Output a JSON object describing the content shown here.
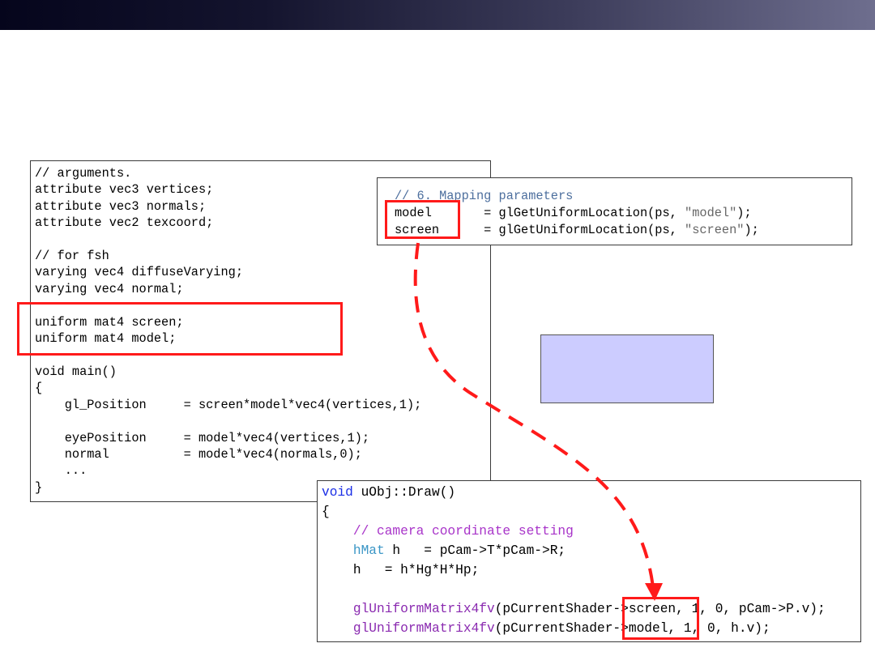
{
  "shader_code": {
    "lines": [
      "// arguments.",
      "attribute vec3 vertices;",
      "attribute vec3 normals;",
      "attribute vec2 texcoord;",
      "",
      "// for fsh",
      "varying vec4 diffuseVarying;",
      "varying vec4 normal;",
      "",
      "uniform mat4 screen;",
      "uniform mat4 model;",
      "",
      "void main()",
      "{",
      "    gl_Position     = screen*model*vec4(vertices,1);",
      "",
      "    eyePosition     = model*vec4(vertices,1);",
      "    normal          = model*vec4(normals,0);",
      "    ...",
      "}"
    ]
  },
  "mapping_code": {
    "comment": "// 6. Mapping parameters",
    "line_model": {
      "name": "model",
      "pad": "       = ",
      "call": "glGetUniformLocation(ps, ",
      "arg": "\"model\"",
      "end": ");"
    },
    "line_screen": {
      "name": "screen",
      "pad": "      = ",
      "call": "glGetUniformLocation(ps, ",
      "arg": "\"screen\"",
      "end": ");"
    }
  },
  "draw_code": {
    "l1_kw": "void",
    "l1_rest": " uObj::Draw()",
    "l2": "{",
    "l3_comment": "// camera coordinate setting",
    "l4_type": "hMat",
    "l4_rest": " h   = pCam->T*pCam->R;",
    "l5": "h   = h*Hg*H*Hp;",
    "l7_fn": "glUniformMatrix4fv",
    "l7_rest": "(pCurrentShader->screen, 1, 0, pCam->P.v);",
    "l8_fn": "glUniformMatrix4fv",
    "l8_rest": "(pCurrentShader->model, 1, 0, h.v);"
  },
  "colors": {
    "highlight": "#ff1a1a",
    "note_box": "#ccccff",
    "keyword": "#1a2ee6",
    "function": "#8a2ab0",
    "comment": "#a834c9"
  }
}
